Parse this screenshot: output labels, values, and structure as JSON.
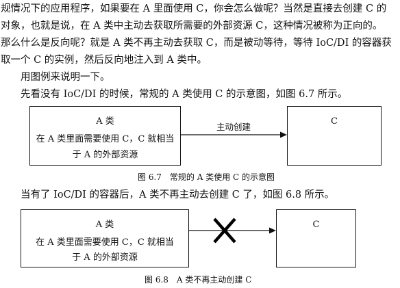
{
  "intro_lines": [
    "规情况下的应用程序，如果要在 A 里面使用 C，你会怎么做呢？当然是直接去创建 C 的",
    "对象，也就是说，在 A 类中主动去获取所需要的外部资源 C，这种情况被称为正向的。",
    "那么什么是反向呢？就是 A 类不再主动去获取 C，而是被动等待，等待 IoC/DI 的容器获",
    "取一个 C 的实例，然后反向地注入到 A 类中。"
  ],
  "explain_line": "用图例来说明一下。",
  "first_lead": "先看没有 IoC/DI 的时候，常规的 A 类使用 C 的示意图，如图 6.7 所示。",
  "fig1": {
    "box_a_title": "A 类",
    "box_a_line1": "在 A 类里面需要使用 C，C 就相当",
    "box_a_line2": "于 A 的外部资源",
    "arrow_label": "主动创建",
    "box_c": "C",
    "caption": "图 6.7　常规的 A 类使用 C 的示意图"
  },
  "second_lead": "当有了 IoC/DI 的容器后，A 类不再主动去创建 C 了，如图 6.8 所示。",
  "fig2": {
    "box_a_title": "A 类",
    "box_a_line1": "在 A 类里面需要使用 C，C 就相当",
    "box_a_line2": "于 A 的外部资源",
    "box_c": "C",
    "caption": "图 6.8　A 类不再主动创建 C"
  }
}
